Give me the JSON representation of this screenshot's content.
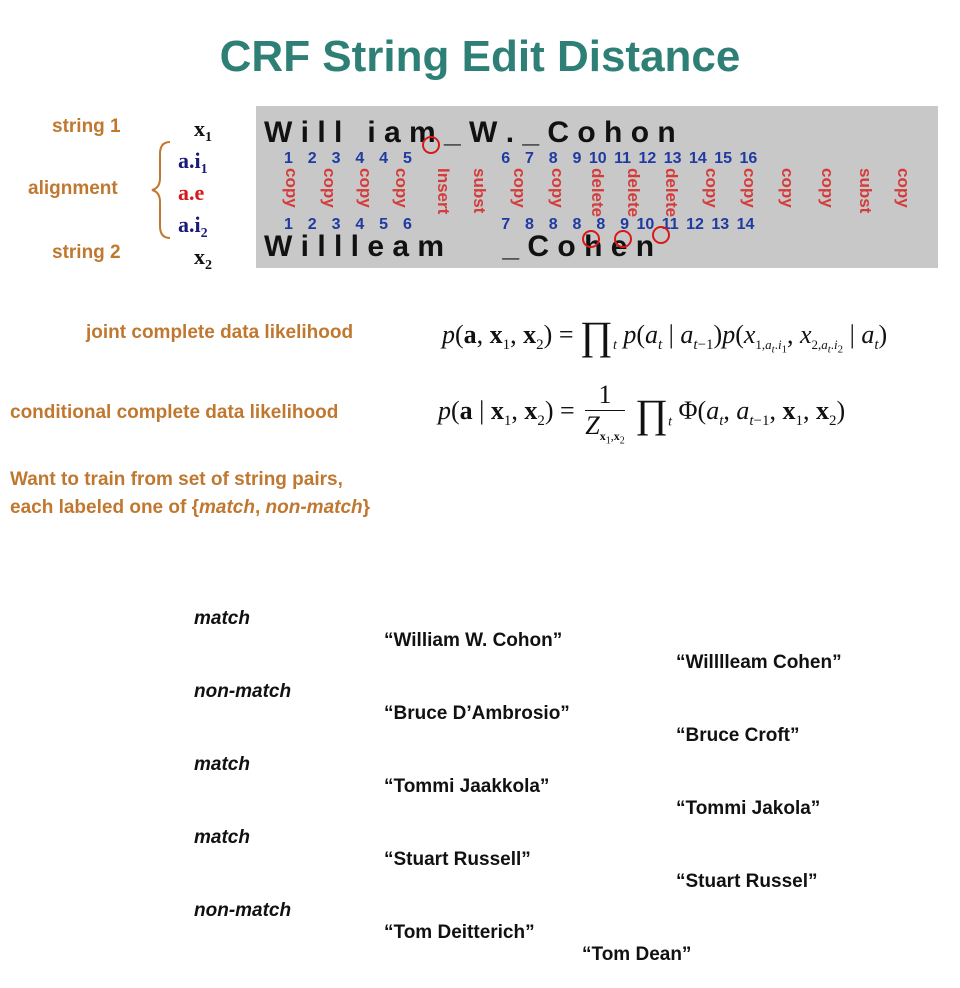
{
  "title": "CRF String Edit Distance",
  "labels": {
    "string1": "string 1",
    "alignment": "alignment",
    "string2": "string 2",
    "x1": "x",
    "x1_sub": "1",
    "ai1": "a.i",
    "ai1_sub": "1",
    "ae": "a.e",
    "ai2": "a.i",
    "ai2_sub": "2",
    "x2": "x",
    "x2_sub": "2"
  },
  "alignment_panel": {
    "string1_text": "W i l l   i a m _ W . _ C o h o n",
    "string2_text": "W i l l l e a m       _ C o h e n",
    "top_indices": "1  2  3  4  4  5            6  7  8  9 10 11 12 13 14 15 16",
    "bottom_indices": "1  2  3  4  5  6            7  8  8  8  8  9 10 11 12 13 14",
    "operations": [
      "copy",
      "copy",
      "copy",
      "copy",
      "Insert",
      "subst",
      "copy",
      "copy",
      "delete",
      "delete",
      "delete",
      "copy",
      "copy",
      "copy",
      "copy",
      "subst",
      "copy"
    ]
  },
  "likelihoods": {
    "joint_label": "joint complete data likelihood",
    "conditional_label": "conditional complete data likelihood"
  },
  "want_text": {
    "line1": "Want to train from set of string pairs,",
    "line2_pre": "each labeled one of {",
    "match": "match",
    "sep": ", ",
    "nonmatch": "non-match",
    "line2_post": "}"
  },
  "examples": [
    {
      "label": "match",
      "s1": "“William W. Cohon”",
      "s2": "“Willlleam Cohen”"
    },
    {
      "label": "non-match",
      "s1": "“Bruce D’Ambrosio”",
      "s2": "“Bruce Croft”"
    },
    {
      "label": "match",
      "s1": "“Tommi Jaakkola”",
      "s2": "“Tommi Jakola”"
    },
    {
      "label": "match",
      "s1": "“Stuart Russell”",
      "s2": "“Stuart Russel”"
    },
    {
      "label": "non-match",
      "s1": "“Tom Deitterich”",
      "s2": "“Tom Dean”"
    }
  ]
}
